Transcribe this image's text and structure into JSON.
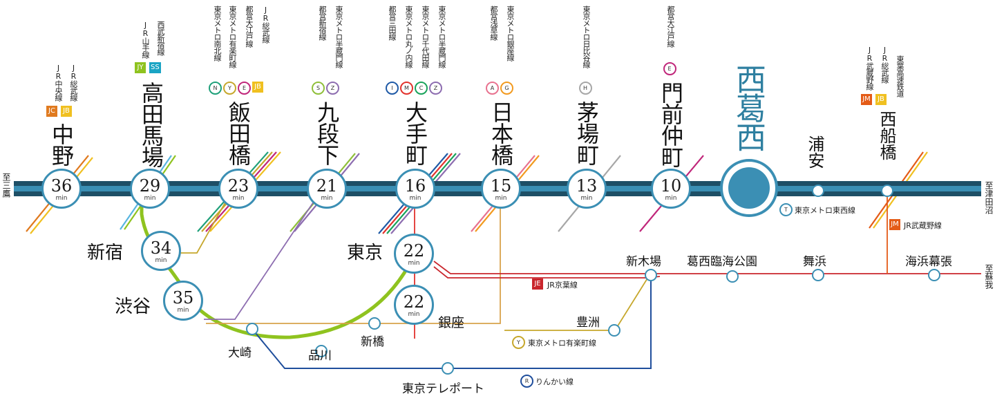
{
  "main_line": {
    "terminal_left": "至三鷹",
    "terminal_right": "至津田沼",
    "line_name": "東京メトロ東西線",
    "line_code": "T",
    "color_dark": "#1e4f66",
    "color_light": "#3b8fb4"
  },
  "hero_station": {
    "name": "西葛西"
  },
  "unit": "min",
  "main_stations": [
    {
      "key": "nakano",
      "name": "中野",
      "minutes": "36",
      "lines": [
        "JR中央線",
        "JR総武線"
      ],
      "codes": [
        {
          "code": "JC",
          "color": "#e07a1f"
        },
        {
          "code": "JB",
          "color": "#f0c020"
        }
      ]
    },
    {
      "key": "takadanobaba",
      "name": "高田馬場",
      "minutes": "29",
      "lines": [
        "JR山手線",
        "西武新宿線"
      ],
      "codes": [
        {
          "code": "JY",
          "color": "#8fc31f"
        },
        {
          "code": "SS",
          "color": "#1aa4c4"
        }
      ]
    },
    {
      "key": "iidabashi",
      "name": "飯田橋",
      "minutes": "23",
      "lines": [
        "東京メトロ南北線",
        "東京メトロ有楽町線",
        "都営大江戸線",
        "JR総武線"
      ],
      "codes": [
        {
          "code": "N",
          "color": "#1fa07a",
          "round": true
        },
        {
          "code": "Y",
          "color": "#c6a72c",
          "round": true
        },
        {
          "code": "E",
          "color": "#c0267a",
          "round": true
        },
        {
          "code": "JB",
          "color": "#f0c020"
        }
      ]
    },
    {
      "key": "kudanshita",
      "name": "九段下",
      "minutes": "21",
      "lines": [
        "都営新宿線",
        "東京メトロ半蔵門線"
      ],
      "codes": [
        {
          "code": "S",
          "color": "#8fbf3a",
          "round": true
        },
        {
          "code": "Z",
          "color": "#8d6db0",
          "round": true
        }
      ]
    },
    {
      "key": "otemachi",
      "name": "大手町",
      "minutes": "16",
      "lines": [
        "都営三田線",
        "東京メトロ丸ノ内線",
        "東京メトロ千代田線",
        "東京メトロ半蔵門線"
      ],
      "codes": [
        {
          "code": "I",
          "color": "#1f5aa6",
          "round": true
        },
        {
          "code": "M",
          "color": "#e2322c",
          "round": true
        },
        {
          "code": "C",
          "color": "#19a35b",
          "round": true
        },
        {
          "code": "Z",
          "color": "#8d6db0",
          "round": true
        }
      ]
    },
    {
      "key": "nihonbashi",
      "name": "日本橋",
      "minutes": "15",
      "lines": [
        "都営浅草線",
        "東京メトロ銀座線"
      ],
      "codes": [
        {
          "code": "A",
          "color": "#e8728f",
          "round": true
        },
        {
          "code": "G",
          "color": "#f29a1f",
          "round": true
        }
      ]
    },
    {
      "key": "kayabacho",
      "name": "茅場町",
      "minutes": "13",
      "lines": [
        "東京メトロ日比谷線"
      ],
      "codes": [
        {
          "code": "H",
          "color": "#a7a7a7",
          "round": true
        }
      ]
    },
    {
      "key": "monzennakacho",
      "name": "門前仲町",
      "minutes": "10",
      "lines": [
        "都営大江戸線"
      ],
      "codes": [
        {
          "code": "E",
          "color": "#c0267a",
          "round": true
        }
      ]
    }
  ],
  "east_stations": [
    {
      "key": "urayasu",
      "name": "浦安"
    },
    {
      "key": "nishifunabashi",
      "name": "西船橋",
      "lines": [
        "JR武蔵野線",
        "JR総武線",
        "東葉高速鉄道"
      ],
      "codes": [
        {
          "code": "JM",
          "color": "#e45b17"
        },
        {
          "code": "JB",
          "color": "#f0c020"
        }
      ]
    }
  ],
  "branch_stations": [
    {
      "key": "shinjuku",
      "name": "新宿",
      "minutes": "34"
    },
    {
      "key": "shibuya",
      "name": "渋谷",
      "minutes": "35"
    },
    {
      "key": "tokyo",
      "name": "東京",
      "minutes": "22"
    },
    {
      "key": "ginza",
      "name": "銀座",
      "minutes": "22"
    }
  ],
  "minor_stations": {
    "shinbashi": "新橋",
    "shinagawa": "品川",
    "osaki": "大崎",
    "tokyo_teleport": "東京テレポート",
    "toyosu": "豊洲",
    "shinkiba": "新木場",
    "kasai_rinkai": "葛西臨海公園",
    "maihama": "舞浜",
    "kaihin_makuhari": "海浜幕張"
  },
  "keiyo_line": {
    "name": "JR京葉線",
    "code": "JE",
    "color": "#c9252c",
    "terminal": "至蘇我"
  },
  "musashino_line": {
    "name": "JR武蔵野線",
    "code": "JM",
    "color": "#e45b17"
  },
  "yurakucho_line": {
    "name": "東京メトロ有楽町線",
    "code": "Y",
    "color": "#c6a72c"
  },
  "rinkai_line": {
    "name": "りんかい線",
    "code": "R",
    "color": "#1f4e9c"
  },
  "yamanote_color": "#8fc31f"
}
